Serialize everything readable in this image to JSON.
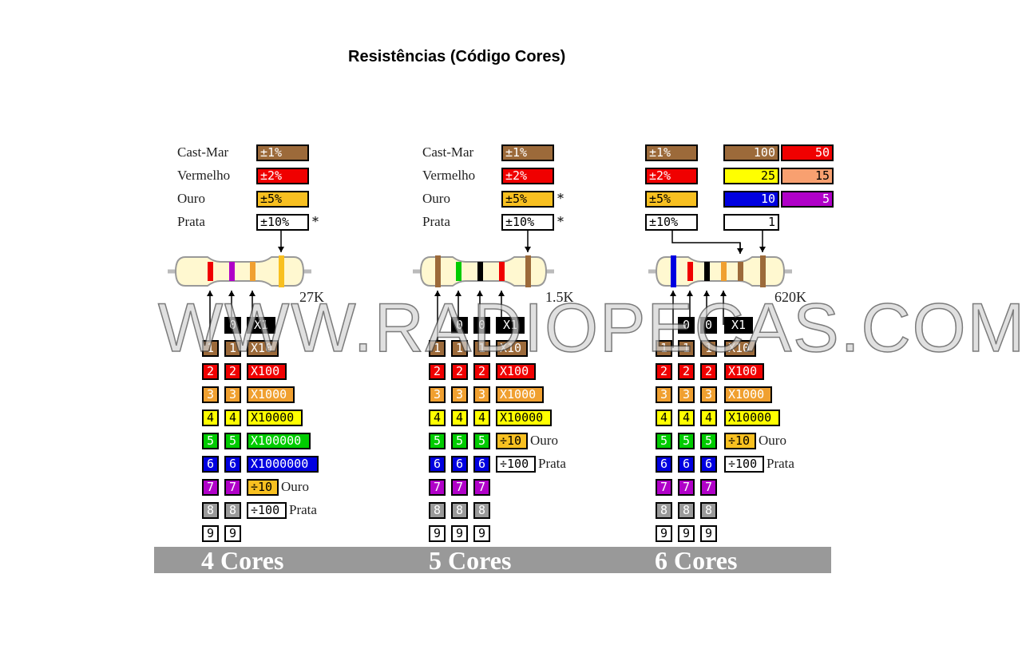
{
  "title": "Resistências (Código Cores)",
  "watermark": "WWW.RADIOPECAS.COM",
  "colors": {
    "1": "#9c6a3a",
    "2": "#f00000",
    "3": "#f0a030",
    "4": "#ffff00",
    "5": "#00cc00",
    "6": "#0000e0",
    "7": "#b000c8",
    "8": "#9a9a9a",
    "9": "#ffffff",
    "0": "#000000",
    "gold": "#f8c020",
    "silver": "#ffffff",
    "salmon": "#f8a070"
  },
  "columns": [
    {
      "footer": "4 Cores",
      "value": "27K",
      "tolerances": [
        {
          "label": "Cast-Mar",
          "text": "±1%",
          "c": "1"
        },
        {
          "label": "Vermelho",
          "text": "±2%",
          "c": "2"
        },
        {
          "label": "Ouro",
          "text": "±5%",
          "c": "gold"
        },
        {
          "label": "Prata",
          "text": "±10%",
          "c": "silver",
          "star": "*"
        }
      ],
      "zero_row": [
        "0",
        "X1"
      ],
      "digits": 2,
      "multipliers": [
        {
          "t": "X10",
          "c": "1"
        },
        {
          "t": "X100",
          "c": "2"
        },
        {
          "t": "X1000",
          "c": "3"
        },
        {
          "t": "X10000",
          "c": "4"
        },
        {
          "t": "X100000",
          "c": "5"
        },
        {
          "t": "X1000000",
          "c": "6"
        },
        {
          "t": "÷10",
          "c": "gold",
          "n": "Ouro"
        },
        {
          "t": "÷100",
          "c": "silver",
          "n": "Prata"
        }
      ]
    },
    {
      "footer": "5 Cores",
      "value": "1.5K",
      "tolerances": [
        {
          "label": "Cast-Mar",
          "text": "±1%",
          "c": "1"
        },
        {
          "label": "Vermelho",
          "text": "±2%",
          "c": "2"
        },
        {
          "label": "Ouro",
          "text": "±5%",
          "c": "gold",
          "star": "*"
        },
        {
          "label": "Prata",
          "text": "±10%",
          "c": "silver",
          "star": "*"
        }
      ],
      "zero_row": [
        "0",
        "0",
        "X1"
      ],
      "digits": 3,
      "multipliers": [
        {
          "t": "X10",
          "c": "1"
        },
        {
          "t": "X100",
          "c": "2"
        },
        {
          "t": "X1000",
          "c": "3"
        },
        {
          "t": "X10000",
          "c": "4"
        },
        {
          "t": "÷10",
          "c": "gold",
          "n": "Ouro"
        },
        {
          "t": "÷100",
          "c": "silver",
          "n": "Prata"
        }
      ]
    },
    {
      "footer": "6 Cores",
      "value": "620K",
      "tolerances": [
        {
          "text": "±1%",
          "c": "1"
        },
        {
          "text": "±2%",
          "c": "2"
        },
        {
          "text": "±5%",
          "c": "gold"
        },
        {
          "text": "±10%",
          "c": "silver"
        }
      ],
      "tempco": [
        {
          "t": "100",
          "c": "1"
        },
        {
          "t": "50",
          "c": "2"
        },
        {
          "t": "25",
          "c": "4"
        },
        {
          "t": "15",
          "c": "salmon"
        },
        {
          "t": "10",
          "c": "6"
        },
        {
          "t": "5",
          "c": "7"
        },
        {
          "t": "1",
          "c": "silver"
        }
      ],
      "zero_row": [
        "0",
        "0",
        "X1"
      ],
      "digits": 3,
      "multipliers": [
        {
          "t": "X10",
          "c": "1"
        },
        {
          "t": "X100",
          "c": "2"
        },
        {
          "t": "X1000",
          "c": "3"
        },
        {
          "t": "X10000",
          "c": "4"
        },
        {
          "t": "÷10",
          "c": "gold",
          "n": "Ouro"
        },
        {
          "t": "÷100",
          "c": "silver",
          "n": "Prata"
        }
      ]
    }
  ]
}
